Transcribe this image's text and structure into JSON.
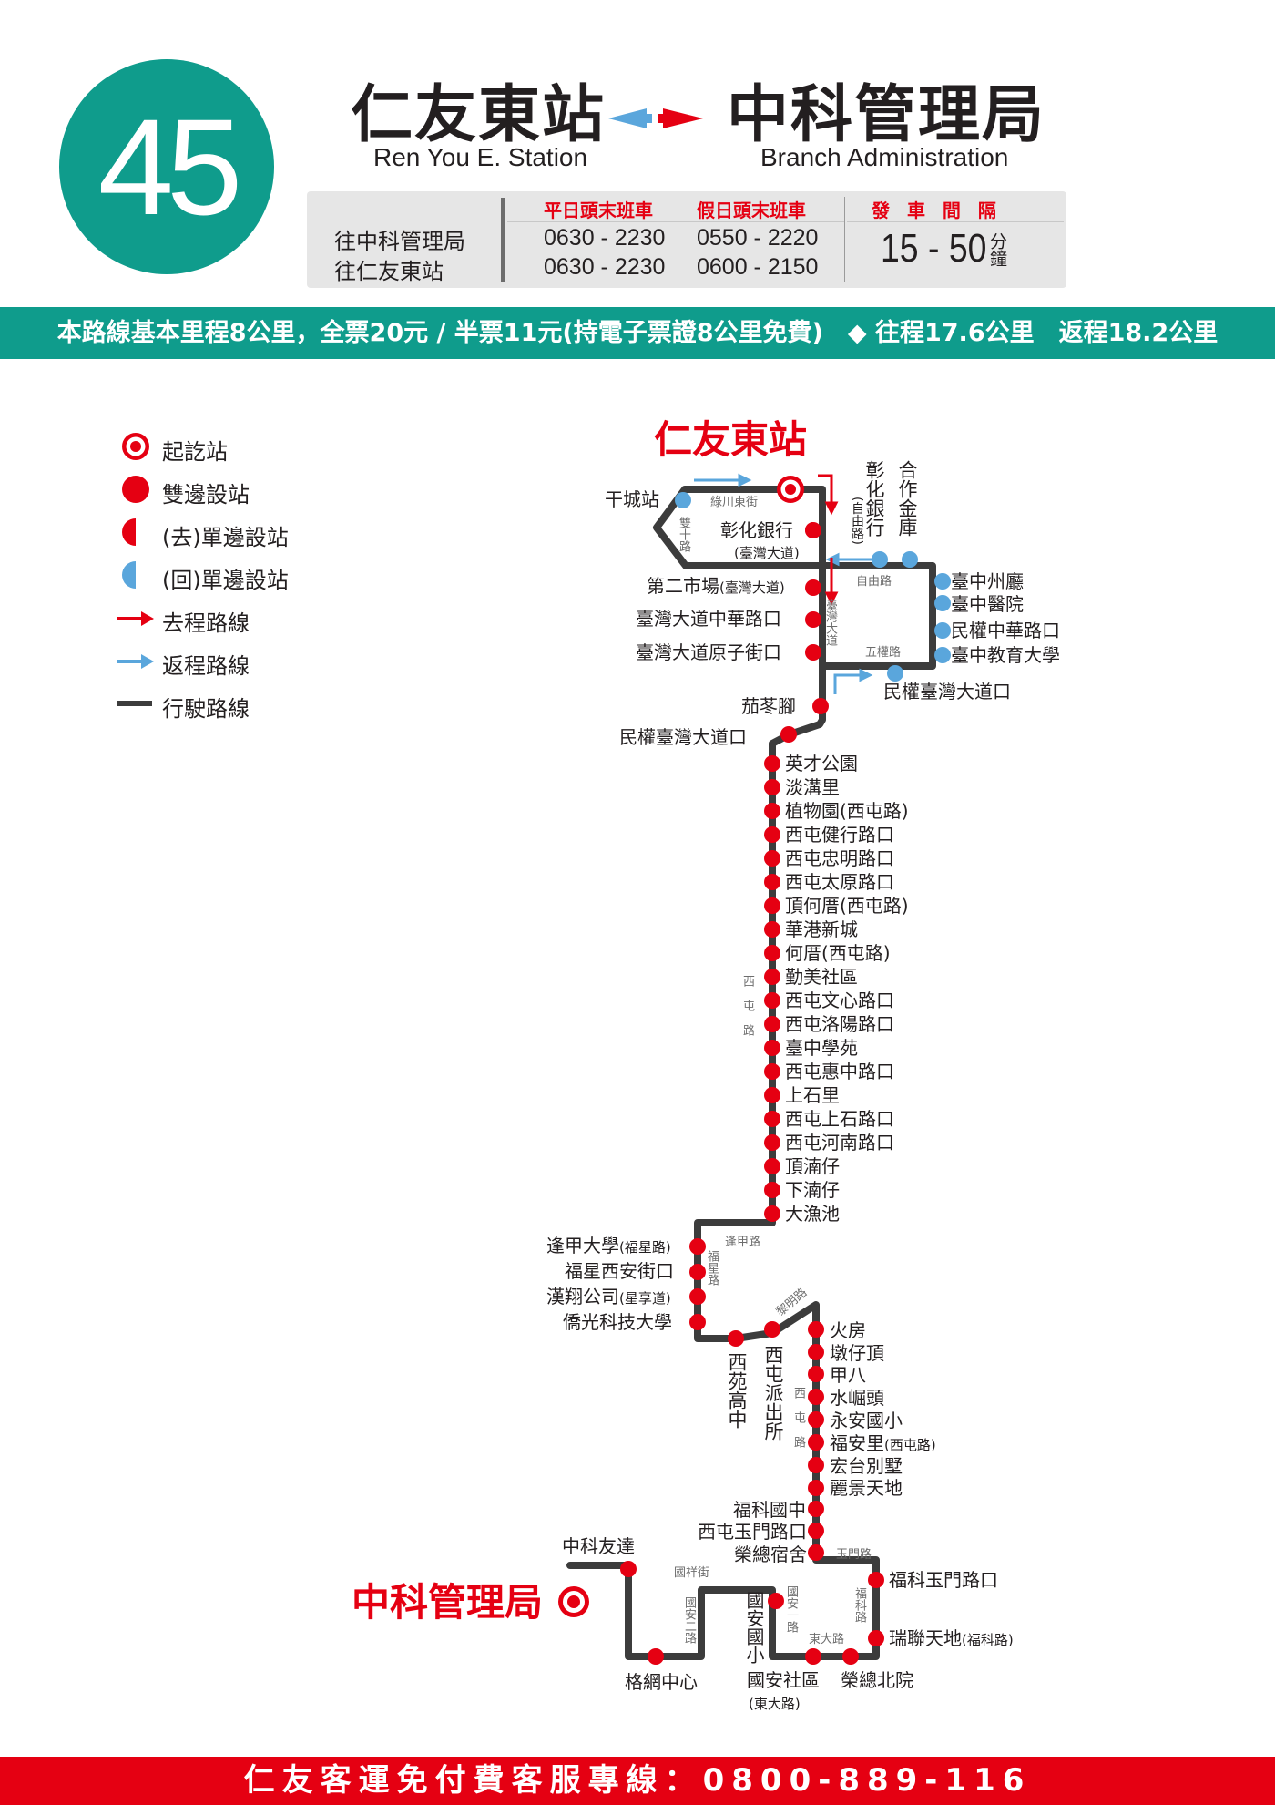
{
  "header": {
    "route_number": "45",
    "origin_zh": "仁友東站",
    "origin_en": "Ren You E. Station",
    "dest_zh": "中科管理局",
    "dest_en": "Branch Administration"
  },
  "schedule": {
    "col_weekday": "平日頭末班車",
    "col_holiday": "假日頭末班車",
    "col_interval": "發 車 間 隔",
    "rows": [
      {
        "direction": "往中科管理局",
        "weekday": "0630 - 2230",
        "holiday": "0550 - 2220"
      },
      {
        "direction": "往仁友東站",
        "weekday": "0630 - 2230",
        "holiday": "0600 - 2150"
      }
    ],
    "interval_value": "15 - 50",
    "interval_unit": "分鐘"
  },
  "fare_text": "本路線基本里程8公里，全票20元 / 半票11元(持電子票證8公里免費)　◆ 往程17.6公里　返程18.2公里",
  "hotline_text": "仁友客運免付費客服專線：0800-889-116",
  "legend": [
    {
      "icon": "terminal-station-icon",
      "label": "起訖站"
    },
    {
      "icon": "both-direction-stop-icon",
      "label": "雙邊設站"
    },
    {
      "icon": "outbound-stop-icon",
      "label": "(去)單邊設站"
    },
    {
      "icon": "return-stop-icon",
      "label": "(回)單邊設站"
    },
    {
      "icon": "outbound-route-arrow-icon",
      "label": "去程路線"
    },
    {
      "icon": "return-route-arrow-icon",
      "label": "返程路線"
    },
    {
      "icon": "route-line-icon",
      "label": "行駛路線"
    }
  ],
  "colors": {
    "teal": "#0f9c8c",
    "red": "#e50012",
    "blue": "#5aa6dc",
    "route": "#3c3c3c"
  },
  "map": {
    "terminal_origin": "仁友東站",
    "terminal_dest": "中科管理局",
    "stops": {
      "gancheng": "干城站",
      "changhua_bank": "彰化銀行",
      "changhua_bank_note": "(臺灣大道)",
      "changhua_bank_v": "彰化銀行",
      "changhua_bank_v_note": "(自由路)",
      "cooperative_bank": "合作金庫",
      "market2": "第二市場",
      "market2_note": "(臺灣大道)",
      "zhonghua_rd": "臺灣大道中華路口",
      "yuanzi_st": "臺灣大道原子街口",
      "city_hall": "臺中州廳",
      "hospital": "臺中醫院",
      "minquan_zhonghua": "民權中華路口",
      "edu_univ": "臺中教育大學",
      "minquan_taiwan_e": "民權臺灣大道口",
      "qiedongjiao": "茄苳腳",
      "minquan_taiwan_w": "民權臺灣大道口",
      "xitun": [
        "英才公園",
        "淡溝里",
        "植物園(西屯路)",
        "西屯健行路口",
        "西屯忠明路口",
        "西屯太原路口",
        "頂何厝(西屯路)",
        "華港新城",
        "何厝(西屯路)",
        "勤美社區",
        "西屯文心路口",
        "西屯洛陽路口",
        "臺中學苑",
        "西屯惠中路口",
        "上石里",
        "西屯上石路口",
        "西屯河南路口",
        "頂湳仔",
        "下湳仔",
        "大漁池"
      ],
      "fengjia": "逢甲大學",
      "fengjia_note": "(福星路)",
      "fuxing_xian": "福星西安街口",
      "hanxiang": "漢翔公司",
      "hanxiang_note": "(星享道)",
      "overseas_univ": "僑光科技大學",
      "xiyuan_high": "西苑高中",
      "xitun_police": "西屯派出所",
      "xitun2": [
        "火房",
        "墩仔頂",
        "甲八",
        "水崛頭",
        "永安國小"
      ],
      "fuanli": "福安里",
      "fuanli_note": "(西屯路)",
      "xitun3": [
        "宏台別墅",
        "麗景天地"
      ],
      "fuke_jh": "福科國中",
      "yumen_rd": "西屯玉門路口",
      "veterans_dorm": "榮總宿舍",
      "fuke_yumen": "福科玉門路口",
      "ruilian": "瑞聯天地",
      "ruilian_note": "(福科路)",
      "veterans_north": "榮總北院",
      "guoan_comm": "國安社區",
      "guoan_comm_note": "(東大路)",
      "guoan_elem": "國安國小",
      "gewang": "格網中心",
      "zhongke_youda": "中科友達"
    },
    "streets": {
      "lvchuan_e": "綠川東街",
      "shuangshi": "雙十路",
      "ziyou": "自由路",
      "taiwan_blvd": "臺灣大道",
      "wuquan": "五權路",
      "xitun_rd": "西屯路",
      "fengjia_rd": "逢甲路",
      "fuxing_rd": "福星路",
      "liming_rd": "黎明路",
      "xitun_rd2": "西屯路",
      "yumen_rd": "玉門路",
      "fuke_rd": "福科路",
      "dongda_rd": "東大路",
      "guoan1": "國安一路",
      "guoan2": "國安二路",
      "guoxiang": "國祥街"
    }
  }
}
